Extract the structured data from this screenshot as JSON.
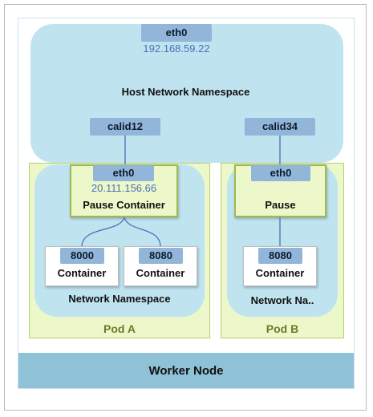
{
  "host": {
    "iface": "eth0",
    "ip": "192.168.59.22",
    "title": "Host Network Namespace",
    "veth_a": "calid12",
    "veth_b": "calid34"
  },
  "pod_a": {
    "pause_iface": "eth0",
    "pause_ip": "20.111.156.66",
    "pause_title": "Pause Container",
    "containers": [
      {
        "port": "8000",
        "label": "Container"
      },
      {
        "port": "8080",
        "label": "Container"
      }
    ],
    "netns_label": "Network Namespace",
    "pod_label": "Pod A"
  },
  "pod_b": {
    "pause_iface": "eth0",
    "pause_title": "Pause",
    "container": {
      "port": "8080",
      "label": "Container"
    },
    "netns_label": "Network Na..",
    "pod_label": "Pod B"
  },
  "worker_label": "Worker Node",
  "colors": {
    "namespace": "#bfe3ef",
    "pod": "#ecf8c9",
    "tag": "#91b6d9",
    "worker": "#8fc1d7",
    "ip_text": "#4a71b7"
  }
}
